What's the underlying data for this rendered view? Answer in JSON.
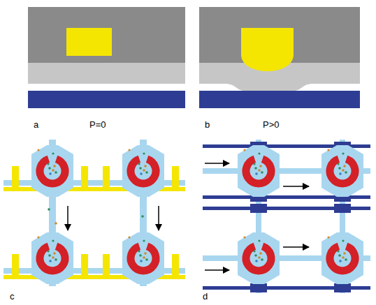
{
  "diagram": {
    "labels": [
      "a",
      "P=0",
      "b",
      "P>0",
      "c",
      "d"
    ]
  }
}
